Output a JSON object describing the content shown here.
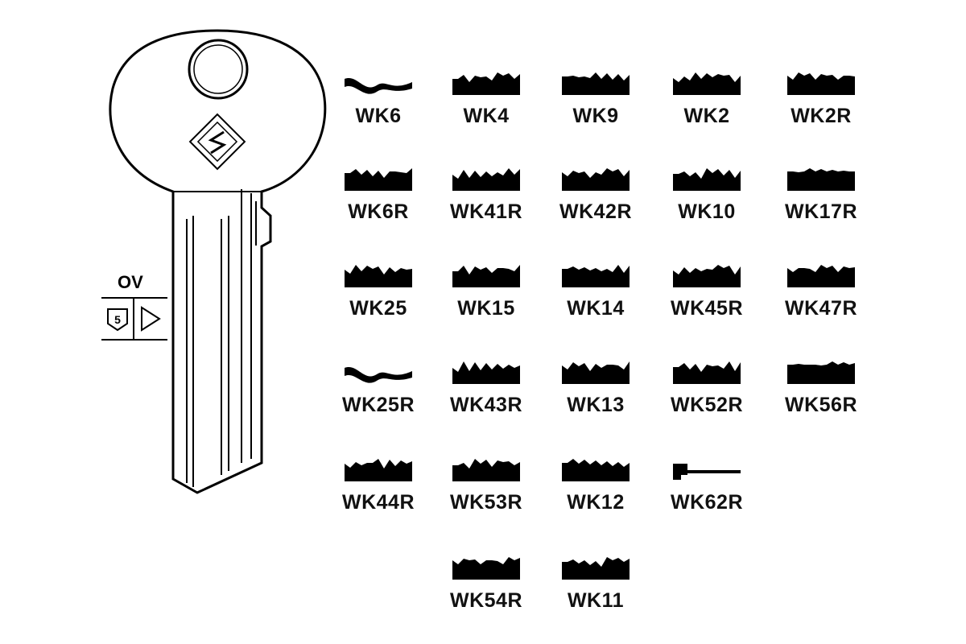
{
  "key_system": {
    "label": "OV",
    "pins": "5",
    "direction": "right-arrow-icon"
  },
  "profiles": [
    [
      "WK6",
      "WK4",
      "WK9",
      "WK2",
      "WK2R"
    ],
    [
      "WK6R",
      "WK41R",
      "WK42R",
      "WK10",
      "WK17R"
    ],
    [
      "WK25",
      "WK15",
      "WK14",
      "WK45R",
      "WK47R"
    ],
    [
      "WK25R",
      "WK43R",
      "WK13",
      "WK52R",
      "WK56R"
    ],
    [
      "WK44R",
      "WK53R",
      "WK12",
      "WK62R",
      null
    ],
    [
      null,
      "WK54R",
      "WK11",
      null,
      null
    ]
  ]
}
